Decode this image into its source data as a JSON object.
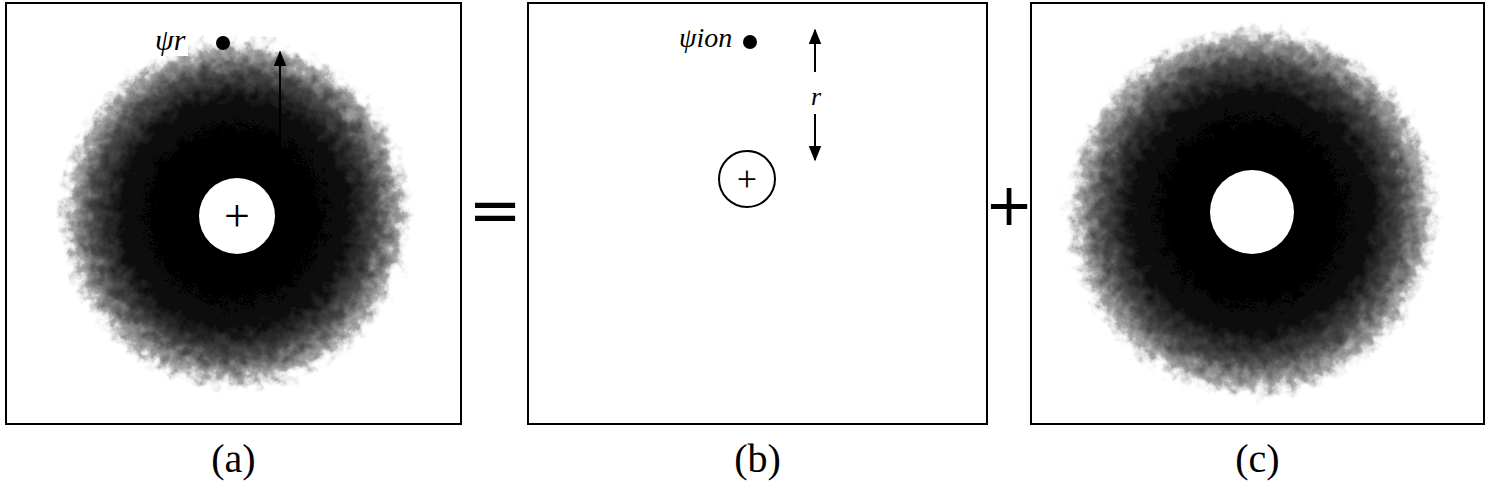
{
  "diagram": {
    "nodes": [
      {
        "text": [
          "ψr",
          "(a)"
        ]
      },
      {
        "text": [
          "+"
        ],
        "in": 0
      },
      {
        "text": [
          "ψion",
          "r",
          "(b)"
        ]
      },
      {
        "text": [
          "+"
        ],
        "in": 2
      },
      {
        "text": [
          "(c)"
        ]
      }
    ],
    "labels": [
      "=",
      "+"
    ]
  }
}
